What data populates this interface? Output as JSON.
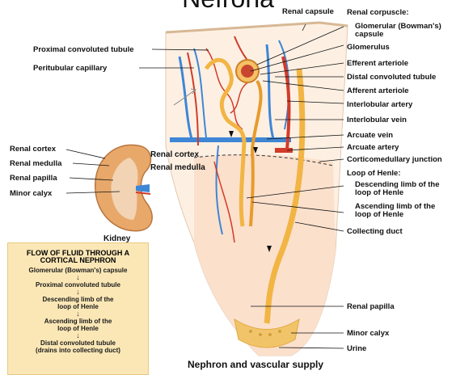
{
  "title": "Nefrona",
  "labels_right": {
    "renal_capsule": "Renal capsule",
    "renal_corpuscle": "Renal corpuscle:",
    "glomerular_capsule": "Glomerular (Bowman's)",
    "glomerular_capsule_2": "capsule",
    "glomerulus": "Glomerulus",
    "efferent_arteriole": "Efferent arteriole",
    "distal_convoluted_tubule": "Distal convoluted tubule",
    "afferent_arteriole": "Afferent arteriole",
    "interlobular_artery": "Interlobular artery",
    "interlobular_vein": "Interlobular vein",
    "arcuate_vein": "Arcuate vein",
    "arcuate_artery": "Arcuate artery",
    "corticomedullary_junction": "Corticomedullary junction",
    "loop_of_henle": "Loop of Henle:",
    "descending_limb": "Descending limb of the",
    "descending_limb_2": "loop of Henle",
    "ascending_limb": "Ascending limb of the",
    "ascending_limb_2": "loop of Henle",
    "collecting_duct": "Collecting duct",
    "renal_papilla": "Renal papilla",
    "minor_calyx": "Minor calyx",
    "urine": "Urine"
  },
  "labels_left": {
    "proximal_convoluted_tubule": "Proximal convoluted tubule",
    "peritubular_capillary": "Peritubular capillary",
    "renal_cortex": "Renal cortex",
    "renal_medulla": "Renal medulla",
    "renal_papilla": "Renal papilla",
    "minor_calyx": "Minor calyx",
    "renal_cortex_mid": "Renal cortex",
    "renal_medulla_mid": "Renal medulla"
  },
  "kidney_caption": "Kidney",
  "flow_box": {
    "title_1": "FLOW OF FLUID THROUGH A",
    "title_2": "CORTICAL NEPHRON",
    "steps": [
      "Glomerular (Bowman's) capsule",
      "Proximal convoluted tubule",
      "Descending limb of the",
      "loop of Henle",
      "Ascending limb of the",
      "loop of Henle",
      "Distal convoluted tubule",
      "(drains into collecting duct)"
    ]
  },
  "bottom_caption": "Nephron and vascular supply",
  "colors": {
    "artery": "#d23b2a",
    "vein": "#3f86d6",
    "tubule": "#f2b544",
    "cortex": "#fdf0e3",
    "medulla": "#fbe0cc",
    "flow_box": "#fbe7b6"
  }
}
